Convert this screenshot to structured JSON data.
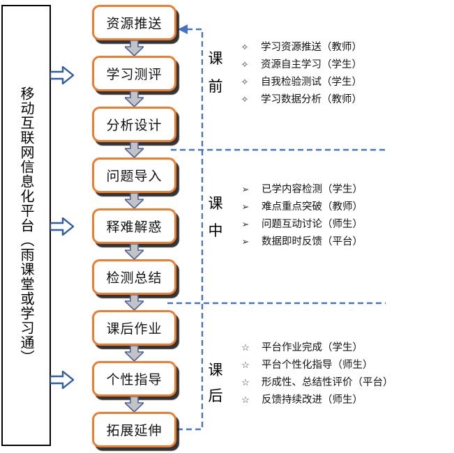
{
  "platform": {
    "label": "移动互联网信息化平台（雨课堂或学习通）"
  },
  "flow": {
    "steps": [
      "资源推送",
      "学习测评",
      "分析设计",
      "问题导入",
      "释难解惑",
      "检测总结",
      "课后作业",
      "个性指导",
      "拓展延伸"
    ]
  },
  "phases": [
    {
      "label_top": "课",
      "label_bottom": "前",
      "bullet": "✧",
      "items": [
        "学习资源推送（教师）",
        "资源自主学习（学生）",
        "自我检验测试（学生）",
        "学习数据分析（教师）"
      ]
    },
    {
      "label_top": "课",
      "label_bottom": "中",
      "bullet": "➢",
      "items": [
        "已学内容检测（学生）",
        "难点重点突破（教师）",
        "问题互动讨论（师生）",
        "数据即时反馈（平台）"
      ]
    },
    {
      "label_top": "课",
      "label_bottom": "后",
      "bullet": "☆",
      "items": [
        "平台作业完成（学生）",
        "平台个性化指导（师生）",
        "形成性、总结性评价（平台）",
        "反馈持续改进（师生）"
      ]
    }
  ],
  "colors": {
    "box_border": "#ED7D31",
    "dashed_line": "#4472C4",
    "down_arrow_fill": "#C3C3C3",
    "down_arrow_stroke": "#44619D",
    "push_arrow_stroke": "#2E5CA6"
  }
}
